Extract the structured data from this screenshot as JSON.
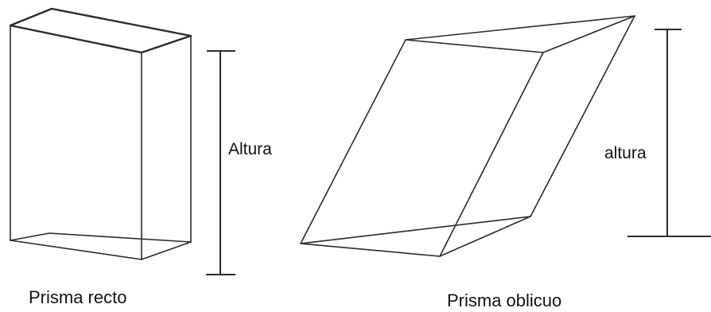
{
  "figures": [
    {
      "caption": "Prisma recto",
      "height_label": "Altura"
    },
    {
      "caption": "Prisma oblicuo",
      "height_label": "altura"
    }
  ]
}
